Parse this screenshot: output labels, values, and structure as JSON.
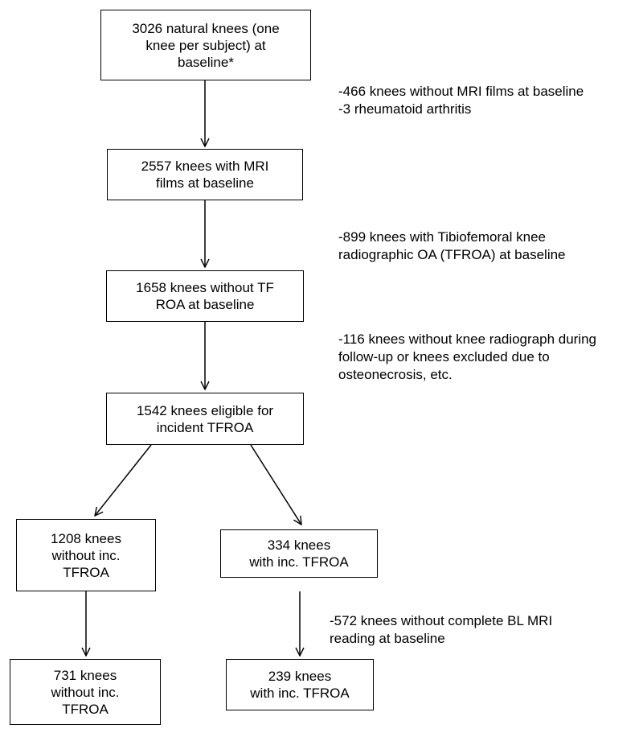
{
  "boxes": {
    "baseline": {
      "lines": [
        "3026 natural knees (one",
        "knee per subject) at",
        "baseline*"
      ]
    },
    "mri": {
      "lines": [
        "2557 knees with MRI",
        "films at baseline"
      ]
    },
    "no_tf_roa": {
      "lines": [
        "1658 knees without TF",
        "ROA at baseline"
      ]
    },
    "eligible": {
      "lines": [
        "1542 knees eligible for",
        "incident TFROA"
      ]
    },
    "without_inc": {
      "lines": [
        "1208 knees",
        "without inc.",
        "TFROA"
      ]
    },
    "with_inc": {
      "lines": [
        "334 knees",
        "with inc. TFROA"
      ]
    },
    "final_without": {
      "lines": [
        "731 knees",
        "without inc.",
        "TFROA"
      ]
    },
    "final_with": {
      "lines": [
        "239 knees",
        "with inc. TFROA"
      ]
    }
  },
  "notes": {
    "excl_1": {
      "lines": [
        "-466 knees without MRI films at baseline",
        "-3 rheumatoid arthritis"
      ]
    },
    "excl_2": {
      "lines": [
        "-899 knees with Tibiofemoral knee",
        "radiographic OA (TFROA)  at baseline"
      ]
    },
    "excl_3": {
      "lines": [
        "-116 knees without knee radiograph during",
        "follow-up or knees excluded due to",
        "osteonecrosis, etc."
      ]
    },
    "excl_4": {
      "lines": [
        "-572 knees without complete BL MRI",
        "reading at baseline"
      ]
    }
  }
}
